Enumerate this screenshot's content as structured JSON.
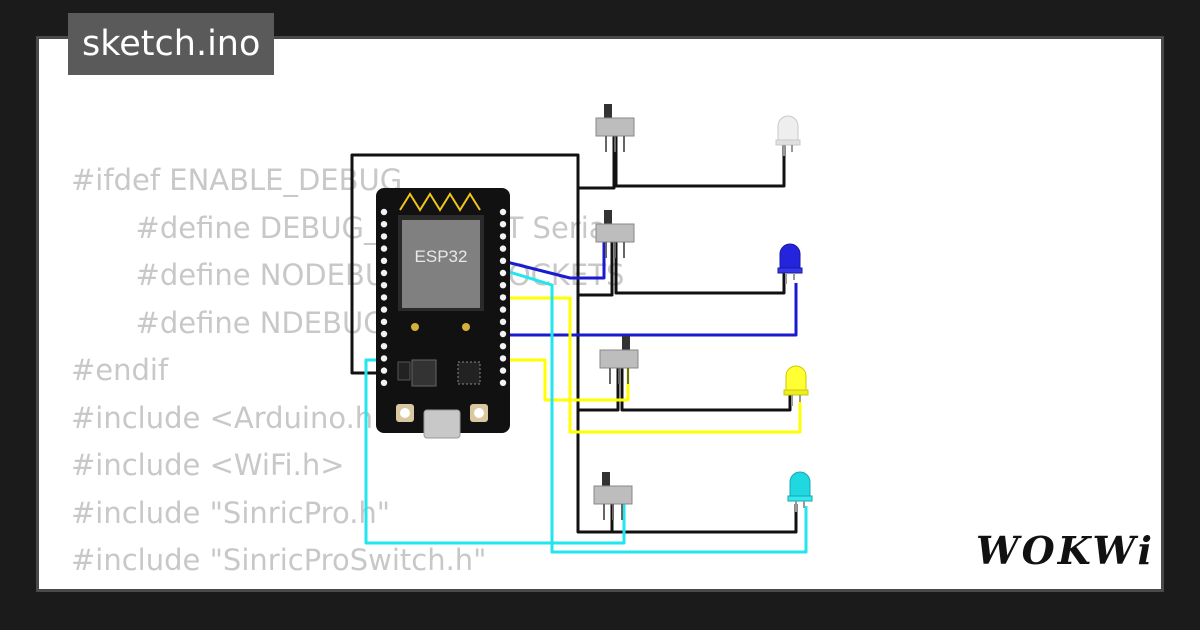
{
  "title": "sketch.ino",
  "code_lines": [
    "#ifdef ENABLE_DEBUG",
    "       #define DEBUG_ESP_PORT Serial",
    "       #define NODEBUG_WEBSOCKETS",
    "       #define NDEBUG",
    "#endif",
    "",
    "#include <Arduino.h>",
    "#include <WiFi.h>",
    "#include \"SinricPro.h\"",
    "#include \"SinricProSwitch.h\""
  ],
  "board_label": "ESP32",
  "brand": "WOKWi",
  "colors": {
    "page_bg": "#1b1b1b",
    "card_bg": "#ffffff",
    "code_text": "#c8c8c8",
    "board": "#111111",
    "chip": "#808080",
    "wire_black": "#111111",
    "wire_blue": "#1a1ad0",
    "wire_yellow": "#ffff00",
    "wire_cyan": "#22e6ee",
    "led_white": "#eeeeee",
    "led_blue": "#2424dd",
    "led_yellow": "#ffff33",
    "led_cyan": "#22d8e0"
  },
  "leds": [
    "white",
    "blue",
    "yellow",
    "cyan"
  ],
  "switches": [
    "slide-switch-1",
    "slide-switch-2",
    "slide-switch-3",
    "slide-switch-4"
  ]
}
